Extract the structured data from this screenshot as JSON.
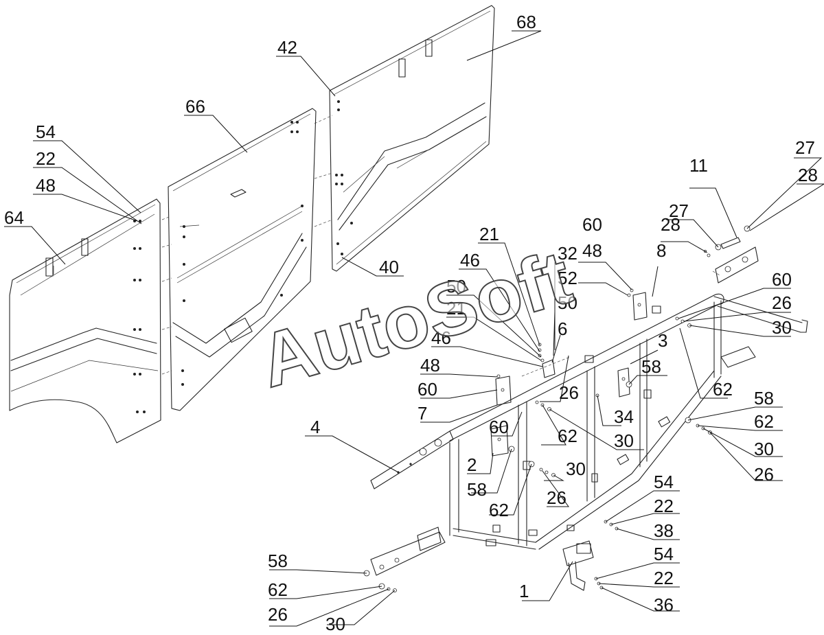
{
  "watermark": "AutoSoft",
  "callouts": [
    {
      "id": "c68a",
      "label": "68"
    },
    {
      "id": "c42",
      "label": "42"
    },
    {
      "id": "c66",
      "label": "66"
    },
    {
      "id": "c54a",
      "label": "54"
    },
    {
      "id": "c22a",
      "label": "22"
    },
    {
      "id": "c48a",
      "label": "48"
    },
    {
      "id": "c64",
      "label": "64"
    },
    {
      "id": "c40",
      "label": "40"
    },
    {
      "id": "c21a",
      "label": "21"
    },
    {
      "id": "c46a",
      "label": "46"
    },
    {
      "id": "c32",
      "label": "32"
    },
    {
      "id": "c52",
      "label": "52"
    },
    {
      "id": "c50a",
      "label": "50"
    },
    {
      "id": "c50b",
      "label": "50"
    },
    {
      "id": "c21b",
      "label": "21"
    },
    {
      "id": "c6",
      "label": "6"
    },
    {
      "id": "c46b",
      "label": "46"
    },
    {
      "id": "c48b",
      "label": "48"
    },
    {
      "id": "c60a",
      "label": "60"
    },
    {
      "id": "c7",
      "label": "7"
    },
    {
      "id": "c60b",
      "label": "60"
    },
    {
      "id": "c48c",
      "label": "48"
    },
    {
      "id": "c8",
      "label": "8"
    },
    {
      "id": "c11",
      "label": "11"
    },
    {
      "id": "c27a",
      "label": "27"
    },
    {
      "id": "c28a",
      "label": "28"
    },
    {
      "id": "c27b",
      "label": "27"
    },
    {
      "id": "c28b",
      "label": "28"
    },
    {
      "id": "c60c",
      "label": "60"
    },
    {
      "id": "c26a",
      "label": "26"
    },
    {
      "id": "c30a",
      "label": "30"
    },
    {
      "id": "c3",
      "label": "3"
    },
    {
      "id": "c58a",
      "label": "58"
    },
    {
      "id": "c62a",
      "label": "62"
    },
    {
      "id": "c58b",
      "label": "58"
    },
    {
      "id": "c62b",
      "label": "62"
    },
    {
      "id": "c30b",
      "label": "30"
    },
    {
      "id": "c26b",
      "label": "26"
    },
    {
      "id": "c26c",
      "label": "26"
    },
    {
      "id": "c34",
      "label": "34"
    },
    {
      "id": "c30c",
      "label": "30"
    },
    {
      "id": "c62c",
      "label": "62"
    },
    {
      "id": "c4",
      "label": "4"
    },
    {
      "id": "c60d",
      "label": "60"
    },
    {
      "id": "c2",
      "label": "2"
    },
    {
      "id": "c58c",
      "label": "58"
    },
    {
      "id": "c30d",
      "label": "30"
    },
    {
      "id": "c62d",
      "label": "62"
    },
    {
      "id": "c26d",
      "label": "26"
    },
    {
      "id": "c54b",
      "label": "54"
    },
    {
      "id": "c22b",
      "label": "22"
    },
    {
      "id": "c38",
      "label": "38"
    },
    {
      "id": "c54c",
      "label": "54"
    },
    {
      "id": "c22c",
      "label": "22"
    },
    {
      "id": "c1",
      "label": "1"
    },
    {
      "id": "c36",
      "label": "36"
    },
    {
      "id": "c58d",
      "label": "58"
    },
    {
      "id": "c62e",
      "label": "62"
    },
    {
      "id": "c26e",
      "label": "26"
    },
    {
      "id": "c30e",
      "label": "30"
    }
  ]
}
